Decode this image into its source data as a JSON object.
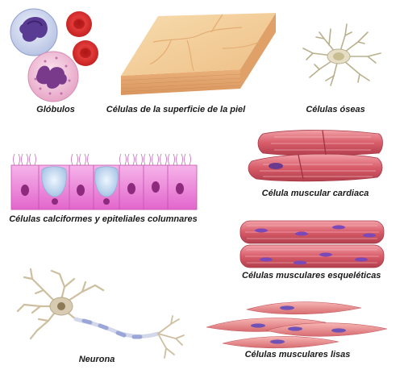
{
  "diagram": {
    "labels": {
      "globulos": "Glóbulos",
      "piel": "Células de la superficie de la piel",
      "oseas": "Células óseas",
      "calciformes": "Células calciformes y epiteliales columnares",
      "cardiaca": "Célula muscular cardiaca",
      "esqueleticas": "Células musculares esqueléticas",
      "neurona": "Neurona",
      "lisas": "Células musculares lisas"
    },
    "colors": {
      "blood_red": "#d42a2a",
      "wbc_pink": "#f3c8df",
      "nucleus_purple": "#6a3a8e",
      "skin_tan": "#f2cf9a",
      "muscle_red": "#d95f6b",
      "epithelial_pink": "#f08ad8",
      "neuron_tan": "#d8cbb1",
      "bone_grey": "#cfc8b0"
    }
  }
}
